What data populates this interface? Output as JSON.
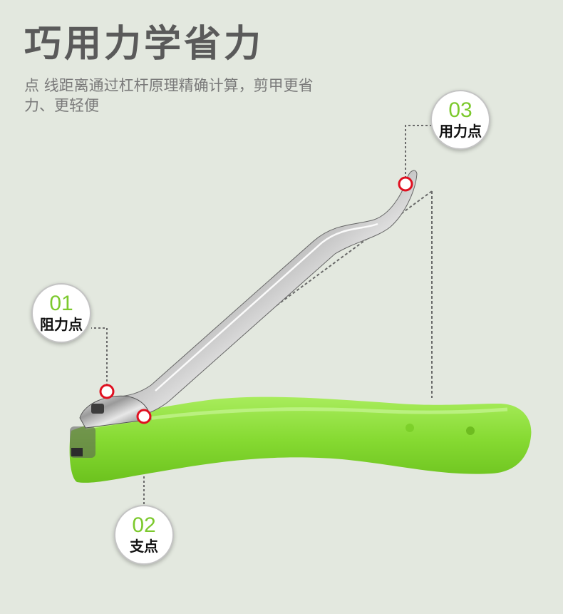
{
  "title": "巧用力学省力",
  "description": "点 线距离通过杠杆原理精确计算，剪甲更省力、更轻便",
  "points": [
    {
      "number": "01",
      "label": "阻力点"
    },
    {
      "number": "02",
      "label": "支点"
    },
    {
      "number": "03",
      "label": "用力点"
    }
  ],
  "colors": {
    "background": "#e3e8df",
    "handle_green": "#8ee03a",
    "accent_number": "#7cc92d",
    "marker_red": "#e01020"
  },
  "icons": {
    "product": "nail-clipper-illustration"
  }
}
